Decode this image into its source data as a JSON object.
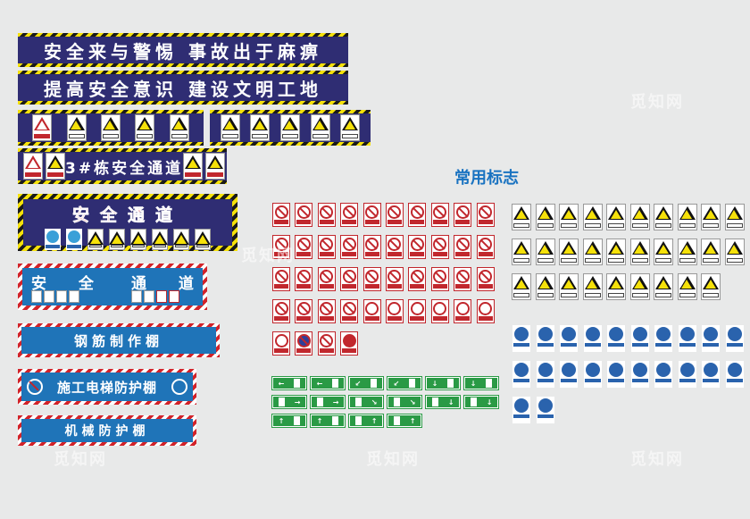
{
  "banners": {
    "slogan1": "安全来与警惕  事故出于麻痹",
    "slogan2": "提高安全意识  建设文明工地",
    "building_passage": "3#栋安全通道",
    "safety_passage_navy": "安全通道",
    "safety_passage_blue": {
      "left": "安  全",
      "right": "通  道"
    },
    "rebar_shed": "钢筋制作棚",
    "elevator_shed": "施工电梯防护棚",
    "machinery_shed": "机械防护棚"
  },
  "section_title": "常用标志",
  "watermark": "觅知网",
  "colors": {
    "navy": "#2f2d73",
    "hazard_yellow": "#f5e10a",
    "banner_blue": "#1f74b8",
    "stripe_red": "#d2232a",
    "title_blue": "#1a73c1",
    "prohibition_red": "#c1272d",
    "exit_green": "#2a9a45",
    "mandatory_blue": "#2a63ad",
    "background": "#e8e9e9"
  },
  "sign_groups": {
    "prohibition_count": 44,
    "warning_count": 29,
    "mandatory_count": 22,
    "exit_count": 16
  },
  "icons": {
    "prohibition": "prohibition-sign-icon",
    "warning": "warning-triangle-icon",
    "mandatory": "mandatory-blue-circle-icon",
    "exit": "emergency-exit-icon"
  }
}
